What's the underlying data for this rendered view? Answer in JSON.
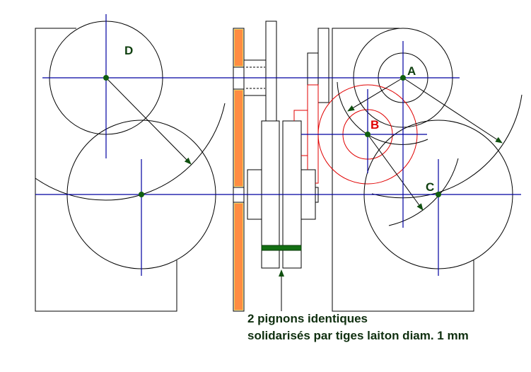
{
  "labels": {
    "a": "A",
    "b": "B",
    "c": "C",
    "d": "D"
  },
  "caption": {
    "line1": "2 pignons identiques",
    "line2": "solidarisés par tiges laiton diam. 1 mm"
  },
  "colors": {
    "axis": "#0000a0",
    "outline": "#000000",
    "intermediate_gear": "#e00000",
    "center_point": "#0f5f0f",
    "plate": "#ff8c42",
    "pin": "#137013",
    "label_dark": "#0f3f0f",
    "label_red": "#e00000"
  }
}
